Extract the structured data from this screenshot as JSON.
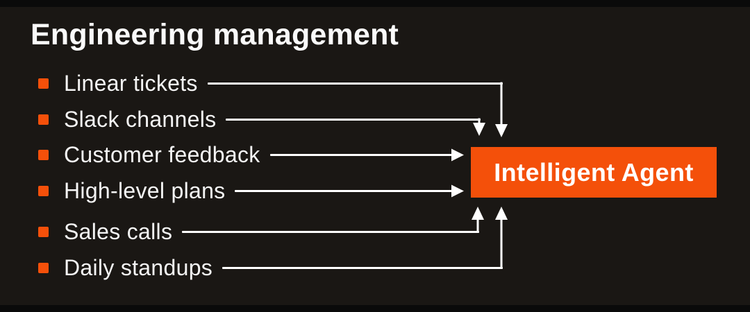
{
  "title": "Engineering management",
  "sources": [
    {
      "label": "Linear tickets"
    },
    {
      "label": "Slack channels"
    },
    {
      "label": "Customer feedback"
    },
    {
      "label": "High-level plans"
    },
    {
      "label": "Sales calls"
    },
    {
      "label": "Daily standups"
    }
  ],
  "agent": {
    "label": "Intelligent Agent"
  },
  "connections": [
    {
      "from": "Linear tickets",
      "to": "Intelligent Agent",
      "enters": "top"
    },
    {
      "from": "Slack channels",
      "to": "Intelligent Agent",
      "enters": "top"
    },
    {
      "from": "Customer feedback",
      "to": "Intelligent Agent",
      "enters": "left"
    },
    {
      "from": "High-level plans",
      "to": "Intelligent Agent",
      "enters": "left"
    },
    {
      "from": "Sales calls",
      "to": "Intelligent Agent",
      "enters": "bottom"
    },
    {
      "from": "Daily standups",
      "to": "Intelligent Agent",
      "enters": "bottom"
    }
  ],
  "colors": {
    "accent": "#F4500A",
    "background": "#1A1714",
    "letterbox": "#0A0A0A",
    "text": "#F5F5F5",
    "arrow": "#FFFFFF"
  }
}
